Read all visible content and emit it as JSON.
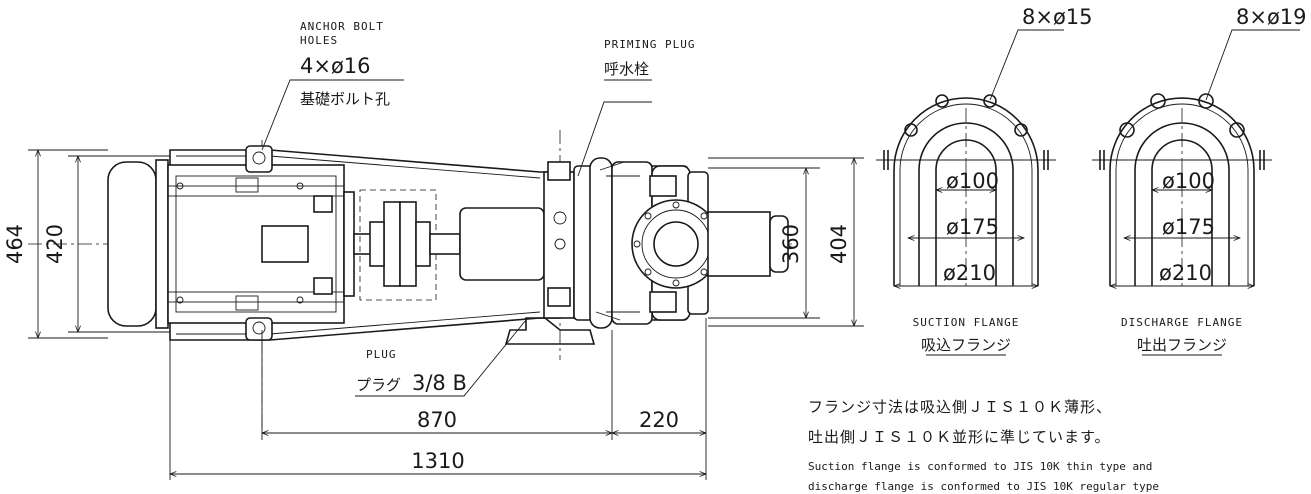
{
  "labels": {
    "anchor_bolt_en": "ANCHOR BOLT HOLES",
    "anchor_bolt_en_1": "ANCHOR BOLT",
    "anchor_bolt_en_2": "HOLES",
    "anchor_bolt_qty": "4×ø16",
    "anchor_bolt_jp": "基礎ボルト孔",
    "priming_plug_en": "PRIMING PLUG",
    "priming_plug_jp": "呼水栓",
    "plug_en": "PLUG",
    "plug_jp": "プラグ",
    "plug_size": "3/8 B",
    "suction_holes": "8×ø15",
    "discharge_holes": "8×ø19",
    "suction_flange_en": "SUCTION FLANGE",
    "suction_flange_jp": "吸込フランジ",
    "discharge_flange_en": "DISCHARGE FLANGE",
    "discharge_flange_jp": "吐出フランジ"
  },
  "dimensions": {
    "overall_height": "464",
    "base_height": "420",
    "pump_height": "360",
    "pump_outer_height": "404",
    "pump_to_base": "870",
    "base_to_end": "220",
    "overall_length": "1310",
    "suction_bore": "ø100",
    "suction_pcd": "ø175",
    "suction_od": "ø210",
    "discharge_bore": "ø100",
    "discharge_pcd": "ø175",
    "discharge_od": "ø210"
  },
  "notes": {
    "jp_line1": "フランジ寸法は吸込側ＪＩＳ１０Ｋ薄形、",
    "jp_line2": "吐出側ＪＩＳ１０Ｋ並形に準じています。",
    "en_line1": "Suction flange is conformed to JIS 10K thin type and",
    "en_line2": "discharge flange is conformed to JIS 10K regular type"
  }
}
